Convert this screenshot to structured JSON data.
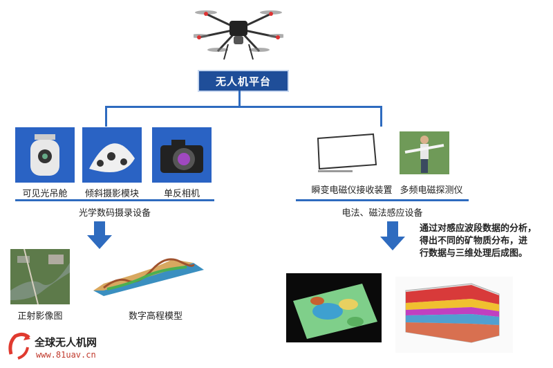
{
  "platform": {
    "title": "无人机平台"
  },
  "optical": {
    "items": [
      "可见光吊舱",
      "倾斜摄影模块",
      "单反相机"
    ],
    "group_label": "光学数码摄录设备",
    "outputs": [
      "正射影像图",
      "数字高程模型"
    ]
  },
  "em": {
    "items": [
      "瞬变电磁仪接收装置",
      "多频电磁探测仪"
    ],
    "group_label": "电法、磁法感应设备",
    "note": [
      "通过对感应波段数据的分析，",
      "得出不同的矿物质分布，进",
      "行数据与三维处理后成图。"
    ]
  },
  "watermark": {
    "name": "全球无人机网",
    "url": "www.81uav.cn"
  },
  "colors": {
    "accent": "#2a63c4",
    "platform": "#1f4e99",
    "logo": "#e03a2f"
  }
}
